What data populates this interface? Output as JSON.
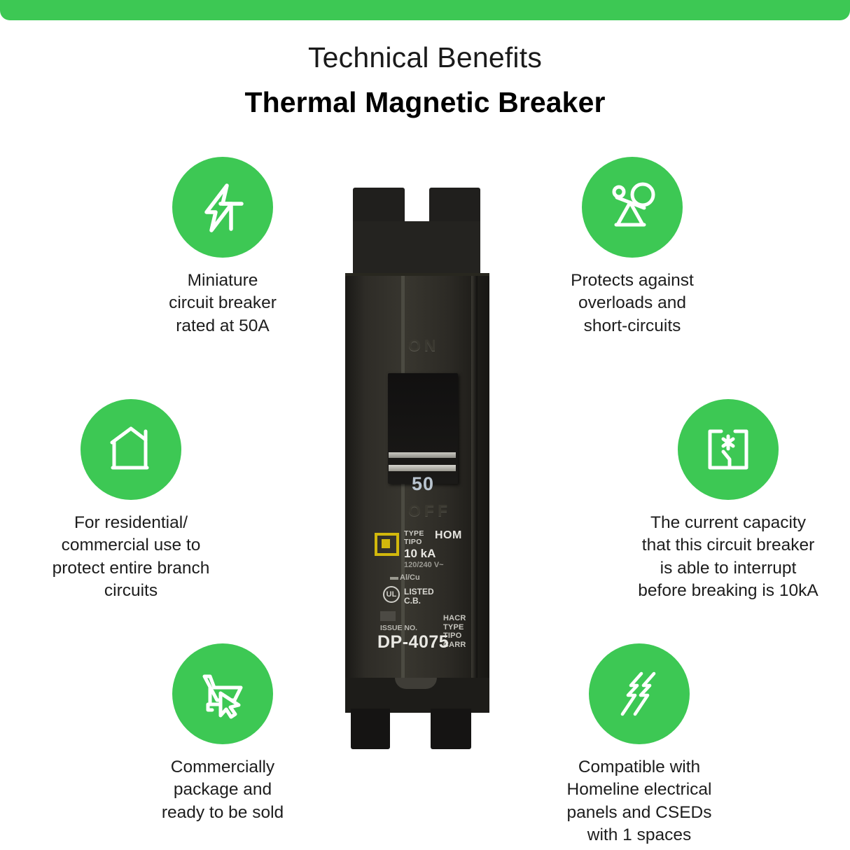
{
  "theme": {
    "accent_green": "#3dc854",
    "text_dark": "#1d1d1d",
    "logo_yellow": "#d2b80c"
  },
  "header": {
    "kicker": "Technical Benefits",
    "title": "Thermal Magnetic Breaker"
  },
  "features": [
    {
      "id": "rating",
      "icon": "lightning-bolt-t-icon",
      "caption": "Miniature\ncircuit breaker\nrated at 50A"
    },
    {
      "id": "protection",
      "icon": "unbalanced-scale-icon",
      "caption": "Protects against\noverloads and\nshort-circuits"
    },
    {
      "id": "application",
      "icon": "house-icon",
      "caption": "For residential/\ncommercial use to\nprotect entire branch\ncircuits"
    },
    {
      "id": "interrupt-capacity",
      "icon": "circuit-interrupt-icon",
      "caption": "The current capacity\nthat this circuit breaker\nis able to interrupt\nbefore breaking is 10kA"
    },
    {
      "id": "packaging",
      "icon": "shopping-cart-cursor-icon",
      "caption": "Commercially\npackage and\nready to be sold"
    },
    {
      "id": "compatibility",
      "icon": "double-lightning-bolt-icon",
      "caption": "Compatible with\nHomeline electrical\npanels and CSEDs\nwith 1 spaces"
    }
  ],
  "product": {
    "name": "thermal-magnetic-circuit-breaker",
    "switch_position_top": "ON",
    "switch_position_bottom": "OFF",
    "handle_rating": "50",
    "label": {
      "brand": "Square D",
      "type_line_en": "TYPE",
      "type_line_es": "TIPO",
      "type_value": "HOM",
      "interrupt_rating": "10 kA",
      "voltage": "120/240 V~",
      "conductor": "Al/Cu",
      "ul_mark": "UL",
      "listed_line1": "LISTED",
      "listed_line2": "C.B.",
      "hacr_en": "HACR TYPE",
      "hacr_es": "TIPO CARR",
      "issue_label": "ISSUE NO.",
      "issue_number": "DP-4075"
    }
  }
}
